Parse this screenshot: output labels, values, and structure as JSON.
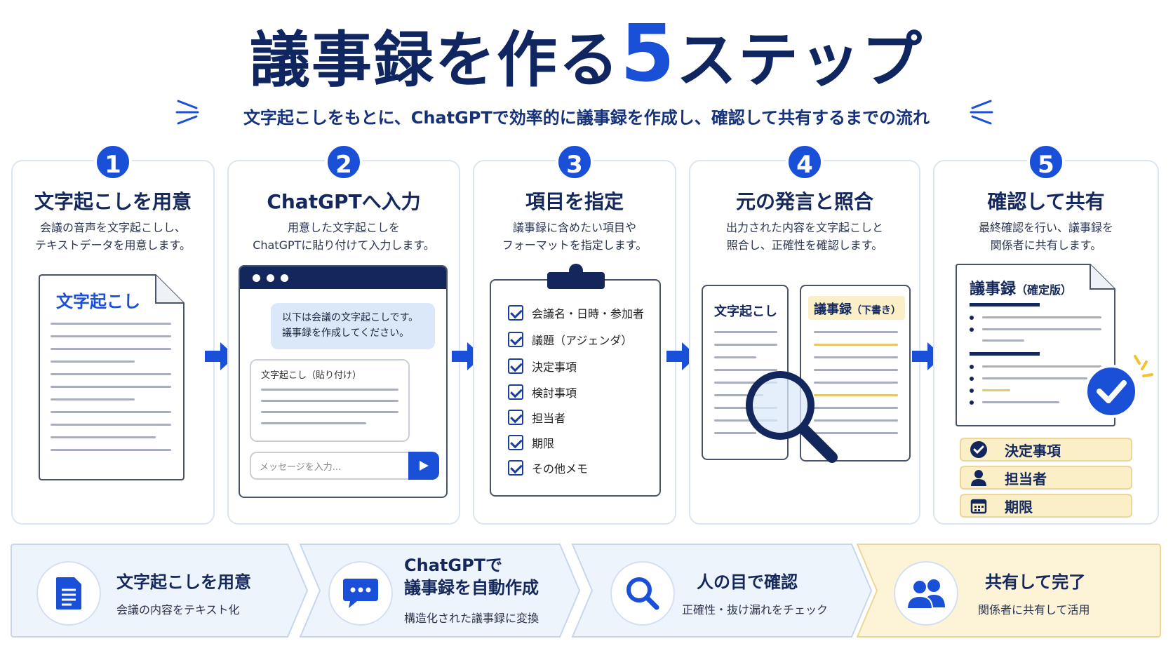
{
  "header": {
    "title_part1": "議事録を作る",
    "title_number": "5",
    "title_part2": "ステップ",
    "subtitle": "文字起こしをもとに、ChatGPTで効率的に議事録を作成し、確認して共有するまでの流れ"
  },
  "steps": [
    {
      "number": "1",
      "title": "文字起こしを用意",
      "desc": [
        "会議の音声を文字起こしし、",
        "テキストデータを用意します。"
      ],
      "doc_title": "文字起こし"
    },
    {
      "number": "2",
      "title": "ChatGPTへ入力",
      "desc": [
        "用意した文字起こしを",
        "ChatGPTに貼り付けて入力します。"
      ],
      "bubble_lines": [
        "以下は会議の文字起こしです。",
        "議事録を作成してください。"
      ],
      "paste_label": "文字起こし（貼り付け）",
      "input_placeholder": "メッセージを入力..."
    },
    {
      "number": "3",
      "title": "項目を指定",
      "desc": [
        "議事録に含めたい項目や",
        "フォーマットを指定します。"
      ],
      "checklist": [
        "会議名・日時・参加者",
        "議題（アジェンダ）",
        "決定事項",
        "検討事項",
        "担当者",
        "期限",
        "その他メモ"
      ]
    },
    {
      "number": "4",
      "title": "元の発言と照合",
      "desc": [
        "出力された内容を文字起こしと",
        "照合し、正確性を確認します。"
      ],
      "left_doc_title": "文字起こし",
      "right_doc_title": "議事録",
      "right_doc_suffix": "（下書き）"
    },
    {
      "number": "5",
      "title": "確認して共有",
      "desc": [
        "最終確認を行い、議事録を",
        "関係者に共有します。"
      ],
      "doc_title": "議事録",
      "doc_suffix": "（確定版）",
      "tags": [
        "決定事項",
        "担当者",
        "期限"
      ]
    }
  ],
  "summary": [
    {
      "title_lines": [
        "文字起こしを用意"
      ],
      "sub": "会議の内容をテキスト化",
      "icon": "document-icon"
    },
    {
      "title_lines": [
        "ChatGPTで",
        "議事録を自動作成"
      ],
      "sub": "構造化された議事録に変換",
      "icon": "chat-icon"
    },
    {
      "title_lines": [
        "人の目で確認"
      ],
      "sub": "正確性・抜け漏れをチェック",
      "icon": "search-icon"
    },
    {
      "title_lines": [
        "共有して完了"
      ],
      "sub": "関係者に共有して活用",
      "icon": "users-icon"
    }
  ],
  "colors": {
    "primary": "#1a4fd8",
    "navy": "#14285e",
    "highlight": "#fbefc8",
    "band_blue": "#eef4fc"
  }
}
